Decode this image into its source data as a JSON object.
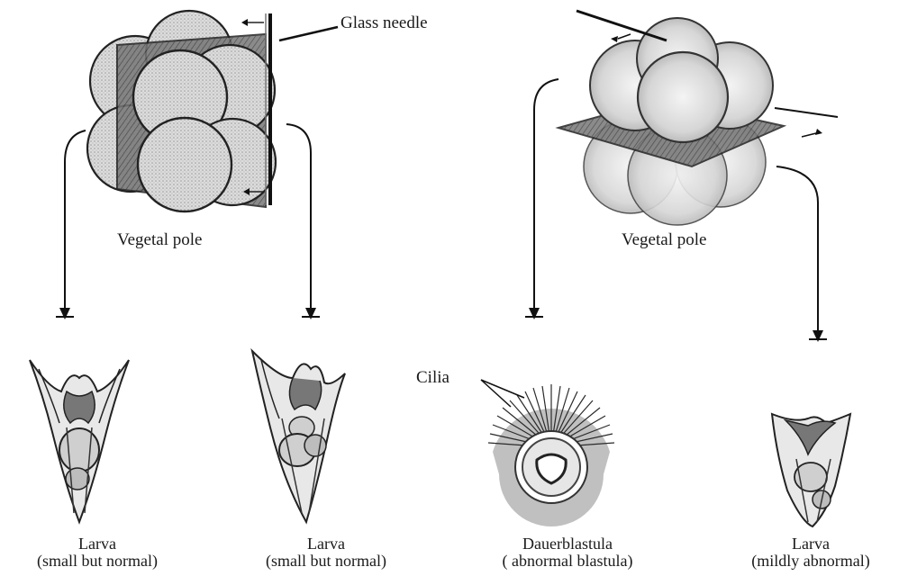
{
  "labels": {
    "glass_needle": "Glass needle",
    "vegetal_pole_left": "Vegetal pole",
    "vegetal_pole_right": "Vegetal pole",
    "cilia": "Cilia"
  },
  "outcomes": [
    {
      "title": "Larva",
      "subtitle": "(small but normal)"
    },
    {
      "title": "Larva",
      "subtitle": "(small but normal)"
    },
    {
      "title": "Dauerblastula",
      "subtitle": "( abnormal blastula)"
    },
    {
      "title": "Larva",
      "subtitle": "(mildly abnormal)"
    }
  ]
}
